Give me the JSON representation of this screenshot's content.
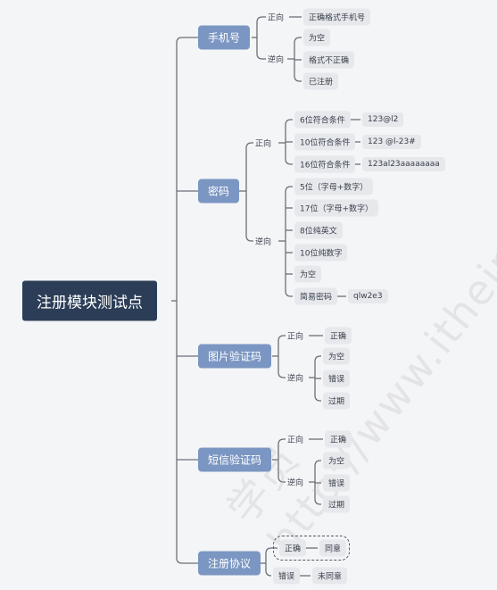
{
  "root": "注册模块测试点",
  "phone": {
    "label": "手机号",
    "pos": "正向",
    "pos_leaf": "正确格式手机号",
    "neg": "逆向",
    "neg_items": [
      "为空",
      "格式不正确",
      "已注册"
    ]
  },
  "password": {
    "label": "密码",
    "pos": "正向",
    "pos_items": [
      {
        "label": "6位符合条件",
        "example": "123@l2"
      },
      {
        "label": "10位符合条件",
        "example": "123 @l-23#"
      },
      {
        "label": "16位符合条件",
        "example": "123al23aaaaaaaa"
      }
    ],
    "neg": "逆向",
    "neg_items": [
      "5位（字母+数字）",
      "17位（字母+数字）",
      "8位纯英文",
      "10位纯数字",
      "为空",
      "简易密码"
    ],
    "neg_example": "qlw2e3"
  },
  "image_code": {
    "label": "图片验证码",
    "pos": "正向",
    "pos_leaf": "正确",
    "neg": "逆向",
    "neg_items": [
      "为空",
      "错误",
      "过期"
    ]
  },
  "sms_code": {
    "label": "短信验证码",
    "pos": "正向",
    "pos_leaf": "正确",
    "neg": "逆向",
    "neg_items": [
      "为空",
      "错误",
      "过期"
    ]
  },
  "agreement": {
    "label": "注册协议",
    "pos": "正确",
    "pos_leaf": "同意",
    "neg": "错误",
    "neg_leaf": "未同意"
  },
  "watermark": "学员 http://www.itheima.com",
  "colors": {
    "root_bg": "#2c3e57",
    "main_bg": "#7b96c2",
    "sub_bg": "#e6e8ec",
    "line": "#6b7078"
  }
}
